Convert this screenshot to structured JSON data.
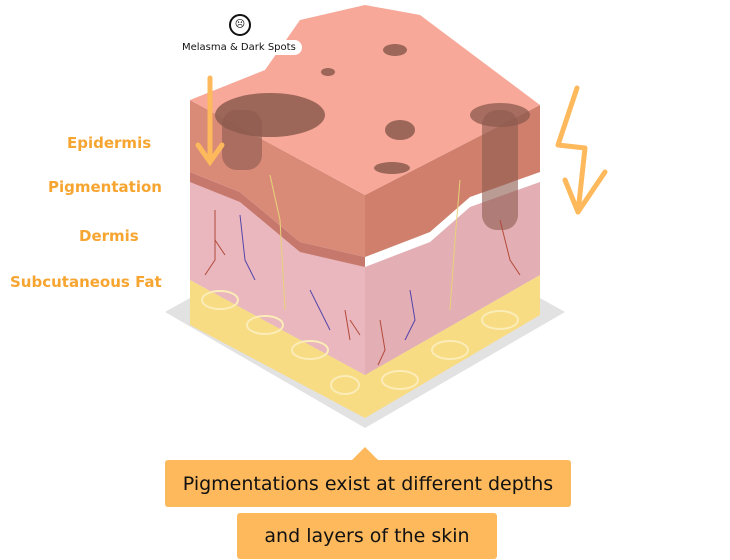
{
  "badge": {
    "label": "Melasma & Dark Spots",
    "icon": "distressed-face-icon"
  },
  "layers": [
    {
      "label": "Epidermis"
    },
    {
      "label": "Pigmentation"
    },
    {
      "label": "Dermis"
    },
    {
      "label": "Subcutaneous Fat"
    }
  ],
  "caption": {
    "line1": "Pigmentations exist at different depths",
    "line2": "and layers of the skin"
  },
  "colors": {
    "accent": "#f7a531",
    "caption_bg": "#fdb95c",
    "epidermis": "#f4a592",
    "dermis": "#e9b7bd",
    "fat": "#f7dc84",
    "spot": "#8c5a4e"
  }
}
